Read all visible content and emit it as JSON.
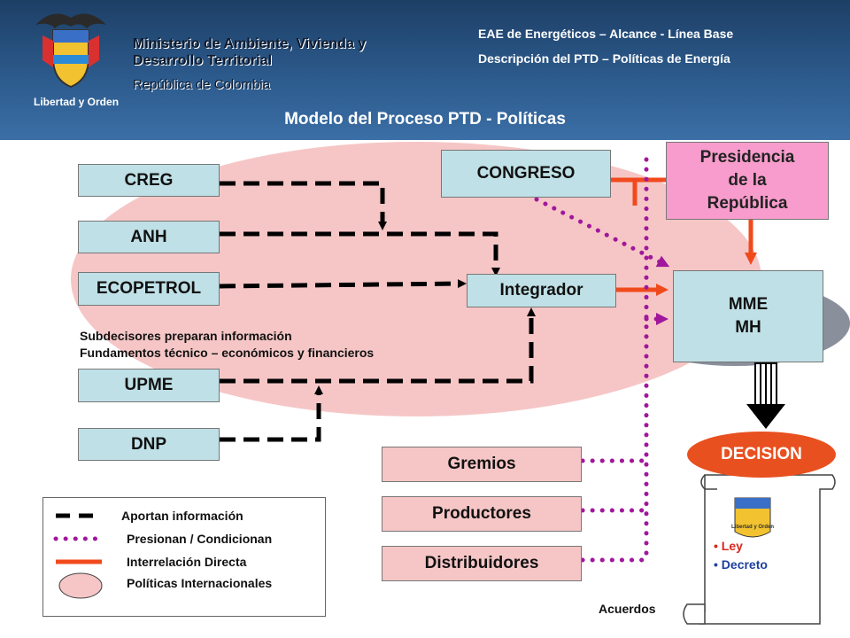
{
  "header": {
    "ministry_line1": "Ministerio de Ambiente, Vivienda y",
    "ministry_line2": "Desarrollo Territorial",
    "republic": "República de Colombia",
    "subtitle1": "EAE de Energéticos – Alcance - Línea Base",
    "subtitle2": "Descripción del PTD – Políticas de Energía",
    "title": "Modelo del Proceso PTD - Políticas",
    "motto": "Libertad y Orden"
  },
  "nodes": {
    "creg": "CREG",
    "anh": "ANH",
    "ecopetrol": "ECOPETROL",
    "upme": "UPME",
    "dnp": "DNP",
    "congreso": "CONGRESO",
    "presidencia_line1": "Presidencia",
    "presidencia_line2": "de la",
    "presidencia_line3": "República",
    "integrador": "Integrador",
    "mme": "MME",
    "mh": "MH",
    "gremios": "Gremios",
    "productores": "Productores",
    "distribuidores": "Distribuidores",
    "decision": "DECISION"
  },
  "notes": {
    "line1": "Subdecisores preparan información",
    "line2": "Fundamentos técnico – económicos y financieros"
  },
  "legend": {
    "dashed": "Aportan información",
    "dotted": "Presionan / Condicionan",
    "solid": "Interrelación Directa",
    "ellipse": "Políticas Internacionales"
  },
  "scroll": {
    "motto": "Libertad y Orden",
    "items": [
      "Ley",
      "Decreto"
    ],
    "acuerdos": "Acuerdos"
  },
  "colors": {
    "dashed": "#000000",
    "dotted": "#a0179c",
    "solid": "#f04a1c",
    "ellipse": "#f6c6c6",
    "header": "#2c5a8c"
  }
}
